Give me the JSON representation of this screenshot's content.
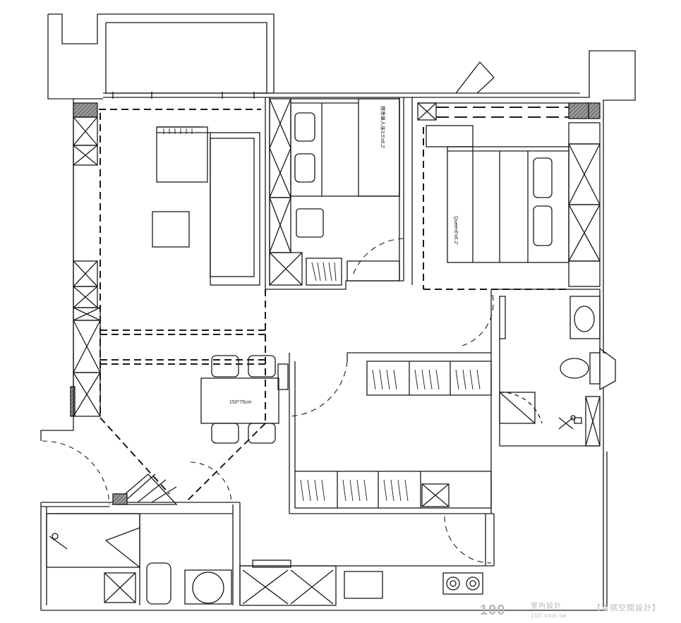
{
  "plan": {
    "bed_single_label": "標準單人床3.5'x6.2'",
    "bed_queen_label": "Queen6'x6.2'",
    "dining_table_label": "150*75cm"
  },
  "watermark": {
    "logo": "100",
    "site_cn": "室內設計",
    "site_en": "100.com.tw",
    "designer": "【吉祺空間設計】"
  },
  "colors": {
    "line": "#1a1a1a",
    "dashed_header": "#1a1a1a",
    "wall_hatch": "#555555",
    "watermark": "#b8b8b8"
  }
}
